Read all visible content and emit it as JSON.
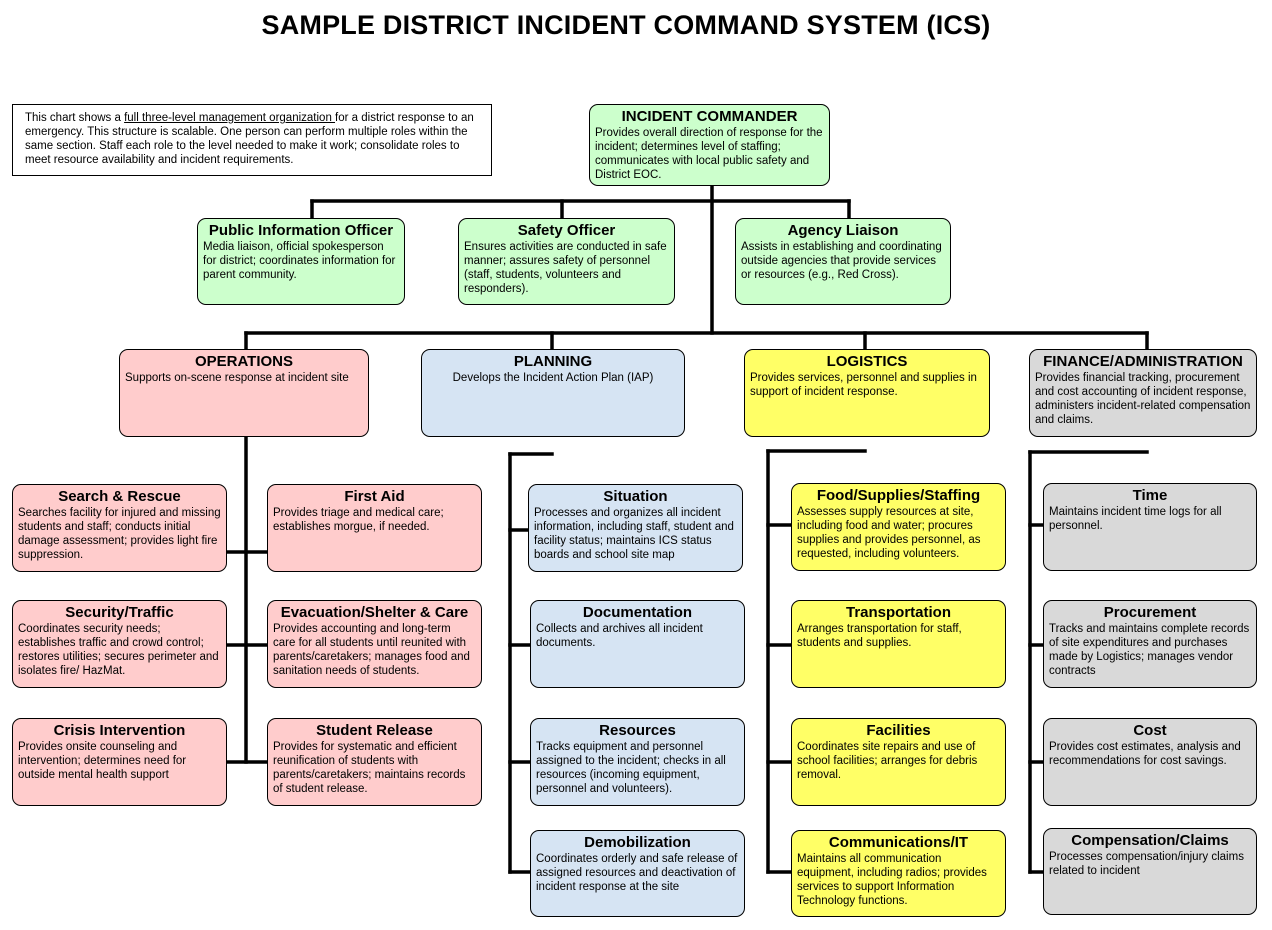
{
  "title": "SAMPLE DISTRICT INCIDENT COMMAND SYSTEM (ICS)",
  "note": {
    "pre": "This chart shows a ",
    "underlined": "full three-level management organization ",
    "post": "for a district response to an emergency.  This structure is scalable.  One person can perform multiple roles within the same section.  Staff each role to the level needed to make it work; consolidate roles to meet resource availability and incident requirements."
  },
  "colors": {
    "command": "#ccffcc",
    "operations": "#ffcccc",
    "planning": "#d6e4f3",
    "logistics": "#ffff66",
    "finance": "#d9d9d9"
  },
  "commander": {
    "title": "INCIDENT COMMANDER",
    "desc": "Provides overall direction of response for the incident; determines level of staffing; communicates with local public safety and District EOC."
  },
  "staff": [
    {
      "title": "Public Information Officer",
      "desc": "Media liaison, official spokesperson for district; coordinates information for parent community."
    },
    {
      "title": "Safety Officer",
      "desc": "Ensures activities are conducted in safe manner; assures safety of personnel (staff, students, volunteers and responders)."
    },
    {
      "title": "Agency Liaison",
      "desc": "Assists in establishing and coordinating outside agencies that provide services or resources (e.g., Red Cross)."
    }
  ],
  "sections": {
    "operations": {
      "title": "OPERATIONS",
      "desc": "Supports on-scene response at incident site",
      "units": [
        {
          "title": "Search & Rescue",
          "desc": "Searches facility for injured and missing students and staff; conducts initial damage assessment; provides light fire suppression."
        },
        {
          "title": "First Aid",
          "desc": "Provides triage and medical care; establishes morgue, if needed."
        },
        {
          "title": "Security/Traffic",
          "desc": "Coordinates security needs; establishes traffic and crowd control; restores utilities; secures perimeter and isolates fire/ HazMat."
        },
        {
          "title": "Evacuation/Shelter & Care",
          "desc": "Provides accounting and long-term care for all students until reunited with parents/caretakers; manages food and sanitation needs of students."
        },
        {
          "title": "Crisis Intervention",
          "desc": "Provides onsite counseling and intervention; determines need for outside mental health support"
        },
        {
          "title": "Student Release",
          "desc": "Provides for systematic and efficient reunification of students with parents/caretakers; maintains records of student release."
        }
      ]
    },
    "planning": {
      "title": "PLANNING",
      "desc": "Develops the Incident Action Plan (IAP)",
      "units": [
        {
          "title": "Situation",
          "desc": "Processes and organizes all incident information, including staff, student and facility status; maintains ICS status boards and school site map"
        },
        {
          "title": "Documentation",
          "desc": "Collects and archives all incident documents."
        },
        {
          "title": "Resources",
          "desc": "Tracks equipment and personnel assigned to the incident; checks in all resources (incoming equipment, personnel and volunteers)."
        },
        {
          "title": "Demobilization",
          "desc": "Coordinates orderly and safe release of assigned resources and deactivation of incident response at the site"
        }
      ]
    },
    "logistics": {
      "title": "LOGISTICS",
      "desc": "Provides services, personnel and supplies in support of incident response.",
      "units": [
        {
          "title": "Food/Supplies/Staffing",
          "desc": "Assesses supply resources at site, including food  and water; procures supplies and provides personnel, as requested, including volunteers."
        },
        {
          "title": "Transportation",
          "desc": "Arranges transportation for staff, students and supplies."
        },
        {
          "title": "Facilities",
          "desc": "Coordinates site repairs and use of school facilities; arranges for debris removal."
        },
        {
          "title": "Communications/IT",
          "desc": "Maintains all communication equipment, including radios; provides services to support Information Technology functions."
        }
      ]
    },
    "finance": {
      "title": "FINANCE/ADMINISTRATION",
      "desc": "Provides financial tracking, procurement and cost accounting of incident response, administers incident-related compensation and claims.",
      "units": [
        {
          "title": "Time",
          "desc": "Maintains incident  time logs for all personnel."
        },
        {
          "title": "Procurement",
          "desc": "Tracks and maintains complete records of site expenditures and purchases made by Logistics; manages vendor contracts"
        },
        {
          "title": "Cost",
          "desc": "Provides cost estimates, analysis and recommendations for cost savings."
        },
        {
          "title": "Compensation/Claims",
          "desc": "Processes compensation/injury claims related to incident"
        }
      ]
    }
  }
}
